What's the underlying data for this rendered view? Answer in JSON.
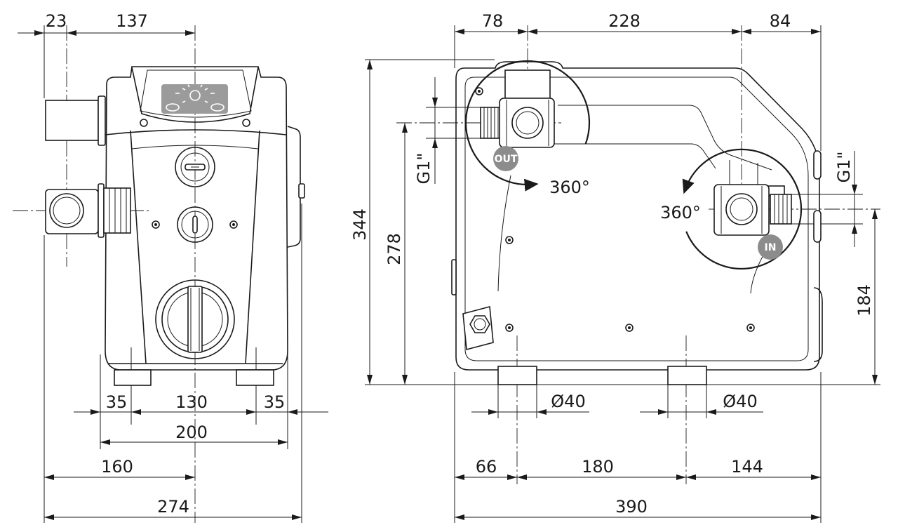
{
  "front_view": {
    "top_dims": {
      "pipe_offset": "23",
      "center_offset": "137"
    },
    "bottom_dims": {
      "foot_left": "35",
      "foot_spacing": "130",
      "foot_right": "35",
      "base_width": "200",
      "center_offset": "160",
      "overall_width": "274"
    }
  },
  "side_view": {
    "top_dims": {
      "left": "78",
      "middle": "228",
      "right": "84"
    },
    "left_dims": {
      "overall_height": "344",
      "outlet_height": "278",
      "outlet_thread": "G1\""
    },
    "right_dims": {
      "inlet_thread": "G1\"",
      "inlet_height": "184"
    },
    "outlet": {
      "badge": "OUT",
      "rotation": "360°"
    },
    "inlet": {
      "badge": "IN",
      "rotation": "360°"
    },
    "feet": {
      "left_diameter": "Ø40",
      "right_diameter": "Ø40"
    },
    "bottom_dims": {
      "left": "66",
      "middle": "180",
      "right": "144",
      "overall_length": "390"
    }
  },
  "colors": {
    "line": "#1a1a1a",
    "badge": "#8c8c8c",
    "display": "#9b9b9b"
  }
}
